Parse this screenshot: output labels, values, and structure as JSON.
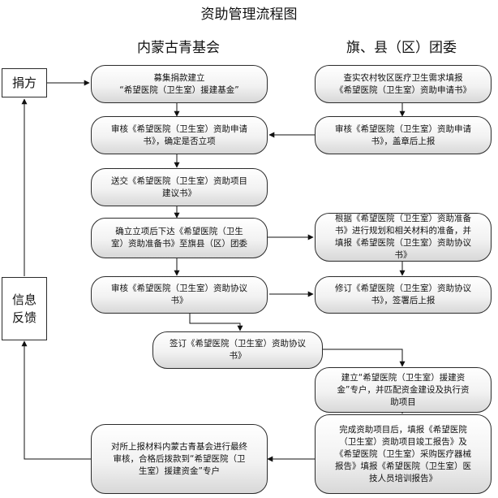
{
  "title": "资助管理流程图",
  "columns": {
    "left": "内蒙古青基会",
    "right": "旗、县（区）团委"
  },
  "side": {
    "donor": "捐方",
    "feedback": "信息\n反馈"
  },
  "left_boxes": {
    "l1": "募集捐款建立\n“希望医院（卫生室）援建基金”",
    "l2": "审核《希望医院（卫生室）资助申请\n书》，确定是否立项",
    "l3": "送交《希望医院（卫生室）资助项目\n建议书》",
    "l4": "确立立项后下达《希望医院（卫生\n室）资助准备书》至旗县（区）团委",
    "l5": "审核《希望医院（卫生室）资助协议\n书》",
    "l6": "对所上报材料内蒙古青基会进行最终\n审核，合格后拨款到“希望医院（卫\n生室）援建资金”专户"
  },
  "right_boxes": {
    "r1": "查实农村牧区医疗卫生需求填报\n《希望医院（卫生室）资助申请书》",
    "r2": "审核《希望医院（卫生室）资助申请\n书》，盖章后上报",
    "r3": "根据《希望医院（卫生室）资助准备\n书》进行规划和相关材料的准备，并\n填报《希望医院（卫生室）资助协议\n书》",
    "r4": "修订《希望医院（卫生室）资助协议\n书》，签署后上报",
    "r5": "建立“希望医院（卫生室）援建资\n金”专户，并匹配资金建设及执行资\n助项目",
    "r6": "完成资助项目后，填报《希望医院\n（卫生室）资助项目竣工报告》及\n《希望医院（卫生室）采购医疗器械\n报告》填报《希望医院（卫生室）医\n技人员培训报告》"
  },
  "center_boxes": {
    "c1": "签订《希望医院（卫生室）资助协议\n书》"
  }
}
